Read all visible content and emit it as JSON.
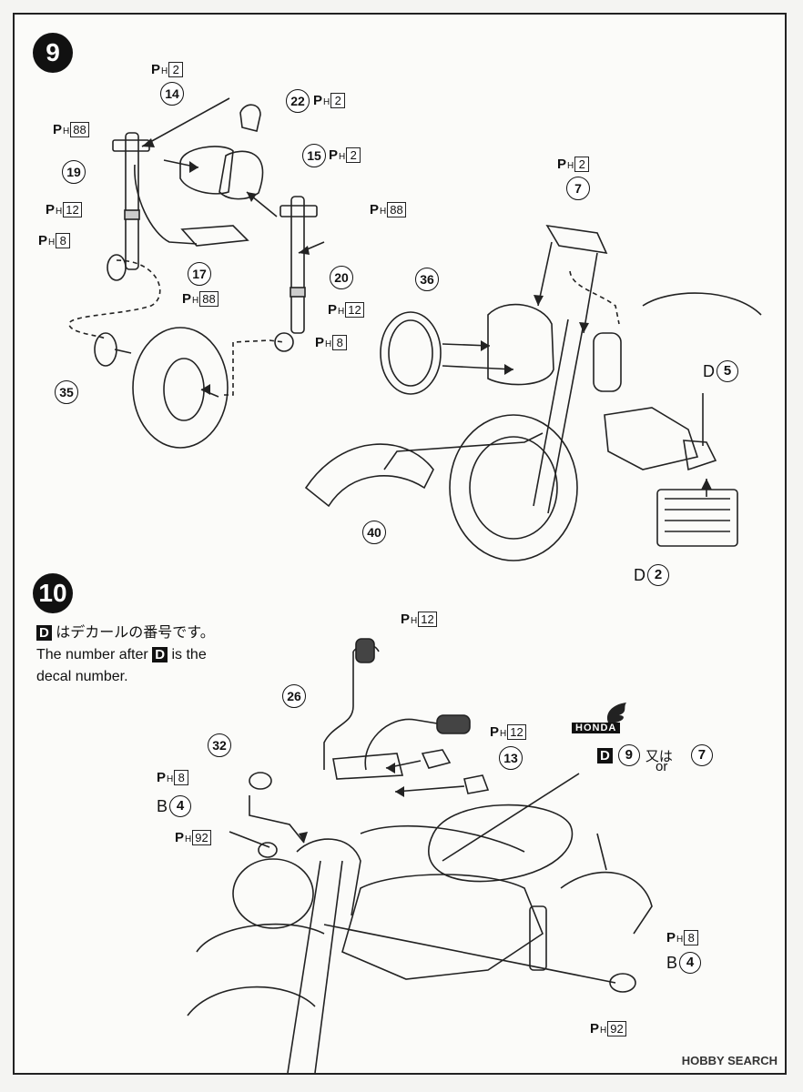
{
  "steps": {
    "s9": "9",
    "s10": "10"
  },
  "ph": {
    "p": "P",
    "h": "H"
  },
  "codes": {
    "c2": "2",
    "c88": "88",
    "c12": "12",
    "c8": "8",
    "c92": "92"
  },
  "parts": [
    "14",
    "22",
    "15",
    "19",
    "17",
    "20",
    "35",
    "36",
    "7",
    "40",
    "26",
    "32",
    "13"
  ],
  "decals": {
    "d5_letter": "D",
    "d5_num": "5",
    "d2_letter": "D",
    "d2_num": "2",
    "b4_letter": "B",
    "b4_num": "4"
  },
  "note": {
    "d_letter": "D",
    "jp_text": "はデカールの番号です。",
    "en_pre": "The number after",
    "en_post": "is the",
    "en_line2": "decal number."
  },
  "honda": {
    "logo_text": "HONDA",
    "d_letter": "D",
    "num_a": "9",
    "jp_or": "又は",
    "en_or": "or",
    "num_b": "7"
  },
  "watermark": "HOBBY SEARCH"
}
